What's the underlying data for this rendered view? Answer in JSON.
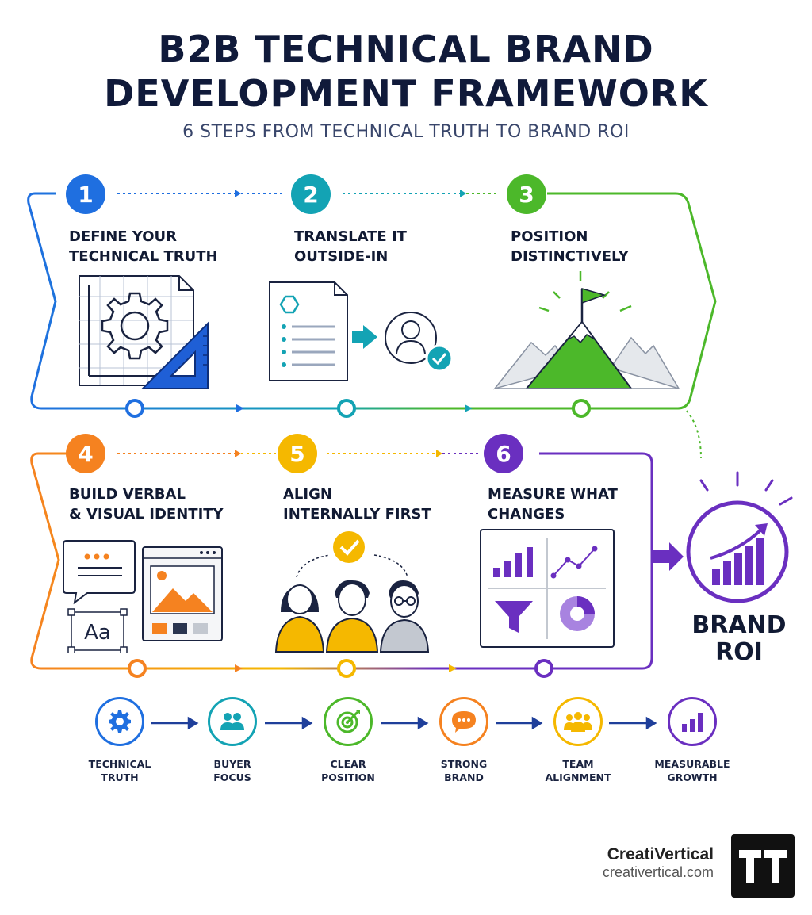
{
  "header": {
    "title_line1": "B2B TECHNICAL BRAND",
    "title_line2": "DEVELOPMENT FRAMEWORK",
    "subtitle": "6 STEPS FROM TECHNICAL TRUTH TO BRAND ROI"
  },
  "steps": [
    {
      "number": "1",
      "title": "DEFINE YOUR\nTECHNICAL TRUTH",
      "color": "#1f6fe0",
      "icon": "blueprint-gear-icon"
    },
    {
      "number": "2",
      "title": "TRANSLATE IT\nOUTSIDE-IN",
      "color": "#13a3b4",
      "icon": "document-to-buyer-icon"
    },
    {
      "number": "3",
      "title": "POSITION\nDISTINCTIVELY",
      "color": "#4cb82a",
      "icon": "mountain-flag-icon"
    },
    {
      "number": "4",
      "title": "BUILD VERBAL\n& VISUAL IDENTITY",
      "color": "#f58220",
      "icon": "identity-design-icon"
    },
    {
      "number": "5",
      "title": "ALIGN\nINTERNALLY FIRST",
      "color": "#f5b800",
      "icon": "team-alignment-icon"
    },
    {
      "number": "6",
      "title": "MEASURE WHAT\nCHANGES",
      "color": "#6a2fc0",
      "icon": "analytics-dashboard-icon"
    }
  ],
  "outcome": {
    "label": "BRAND\nROI",
    "color": "#6a2fc0",
    "icon": "growth-chart-icon"
  },
  "flow": [
    {
      "label": "TECHNICAL\nTRUTH",
      "color": "#1f6fe0",
      "icon": "gear-icon"
    },
    {
      "label": "BUYER\nFOCUS",
      "color": "#13a3b4",
      "icon": "people-icon"
    },
    {
      "label": "CLEAR\nPOSITION",
      "color": "#4cb82a",
      "icon": "target-icon"
    },
    {
      "label": "STRONG\nBRAND",
      "color": "#f58220",
      "icon": "chat-bubble-icon"
    },
    {
      "label": "TEAM\nALIGNMENT",
      "color": "#f5b800",
      "icon": "team-icon"
    },
    {
      "label": "MEASURABLE\nGROWTH",
      "color": "#6a2fc0",
      "icon": "bar-chart-icon"
    }
  ],
  "branding": {
    "name": "CreatiVertical",
    "url": "creativertical.com",
    "logo_icon": "tt-logo-icon"
  }
}
